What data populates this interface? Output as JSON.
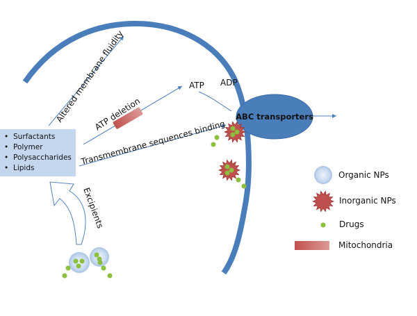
{
  "excipients": {
    "items": [
      "Surfactants",
      "Polymer",
      "Polysaccharides",
      "Lipids"
    ],
    "arrow_label": "Excipients"
  },
  "labels": {
    "membrane_fluidity": "Altered membrane fluidity",
    "atp_deletion": "ATP deletion",
    "transmembrane": "Transmembrane sequences binding",
    "atp": "ATP",
    "adp": "ADP",
    "abc": "ABC transporters"
  },
  "legend": [
    {
      "key": "organic",
      "label": "Organic NPs"
    },
    {
      "key": "inorganic",
      "label": "Inorganic NPs"
    },
    {
      "key": "drugs",
      "label": "Drugs"
    },
    {
      "key": "mito",
      "label": "Mitochondria"
    }
  ],
  "colors": {
    "membrane": "#4a7ebb",
    "arrow": "#4f81bd",
    "abc_fill": "#4a7ebb",
    "excipient_box": "#c5d7ef",
    "inorganic_np": "#c0504d",
    "drug": "#8cbf3f",
    "organic_np": "#b9d0ea"
  }
}
